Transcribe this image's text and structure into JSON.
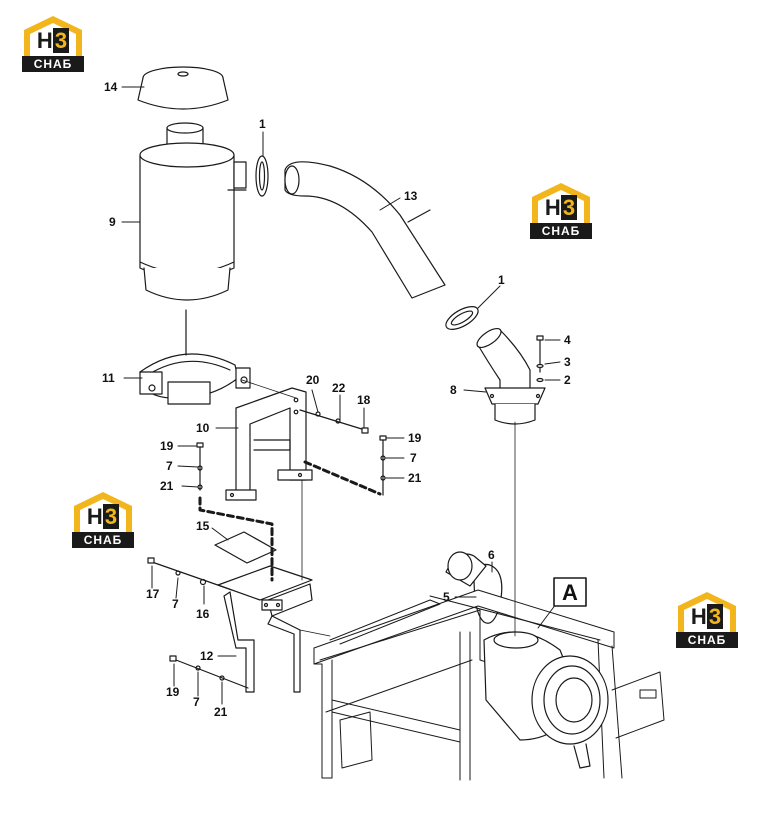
{
  "brand": {
    "mark_left": "H",
    "mark_right": "3",
    "word": "СНАБ",
    "roof_color": "#f2b61c",
    "bar_color": "#1a1a1a"
  },
  "view_label": "A",
  "callouts": {
    "c1a": "1",
    "c1b": "1",
    "c2": "2",
    "c3": "3",
    "c4": "4",
    "c5": "5",
    "c6": "6",
    "c7a": "7",
    "c7b": "7",
    "c7c": "7",
    "c7d": "7",
    "c8": "8",
    "c9": "9",
    "c10": "10",
    "c11": "11",
    "c12": "12",
    "c13": "13",
    "c14": "14",
    "c15": "15",
    "c16": "16",
    "c17": "17",
    "c18": "18",
    "c19a": "19",
    "c19b": "19",
    "c19c": "19",
    "c20": "20",
    "c21a": "21",
    "c21b": "21",
    "c21c": "21",
    "c22": "22"
  },
  "colors": {
    "line": "#1a1a1a",
    "background": "#ffffff"
  }
}
